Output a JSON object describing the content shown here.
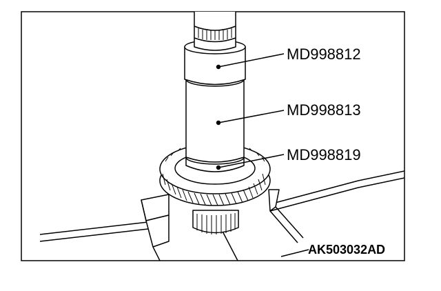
{
  "diagram": {
    "callouts": [
      {
        "label": "MD998812"
      },
      {
        "label": "MD998813"
      },
      {
        "label": "MD998819"
      }
    ],
    "figure_id": "AK503032AD"
  },
  "colors": {
    "line": "#000000",
    "fill": "#ffffff"
  }
}
